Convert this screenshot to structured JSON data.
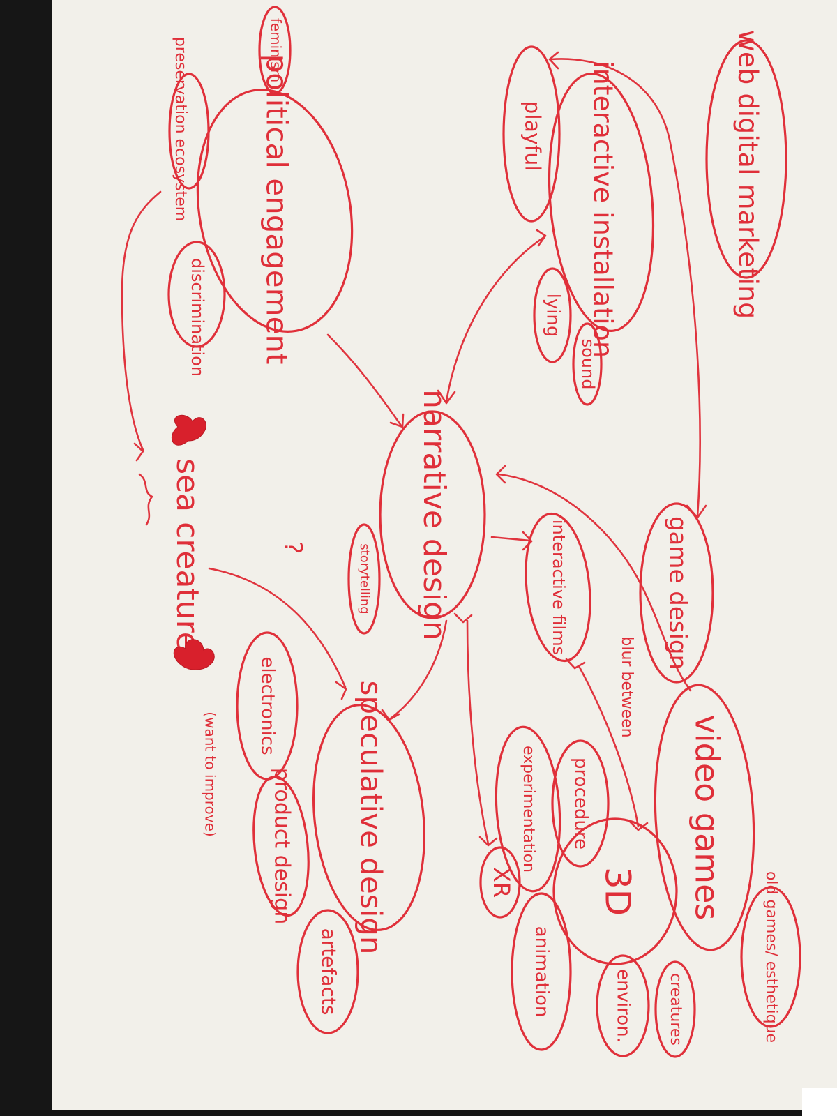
{
  "nodes": {
    "web_marketing": "web digital marketing",
    "interactive_installation": "interactive installation",
    "playful": "playful",
    "lying": "lying",
    "sound": "sound",
    "political_engagement": "political engagement",
    "feminism": "feminism",
    "preservation_ecosystem": "preservation ecosystem",
    "discrimination": "discrimination",
    "narrative_design": "narrative design",
    "storytelling": "storytelling",
    "interactive_films": "interactive films",
    "game_design": "game design",
    "video_games": "video games",
    "old_games_aesthetics": "old games/ esthetique",
    "three_d": "3D",
    "procedure": "procedure",
    "experimentation": "experimentation",
    "xr": "XR",
    "animation": "animation",
    "environ": "environ.",
    "creatures": "creatures",
    "speculative_design": "speculative design",
    "electronics": "electronics",
    "product_design": "product design",
    "artefacts": "artefacts",
    "sea_creature": "sea creature",
    "question": "?",
    "blur_between": "blur between",
    "want_to_improve": "(want to improve)"
  },
  "colors": {
    "ink": "#e0303a",
    "heart": "#d8202c",
    "paper": "#f2f0ea"
  }
}
